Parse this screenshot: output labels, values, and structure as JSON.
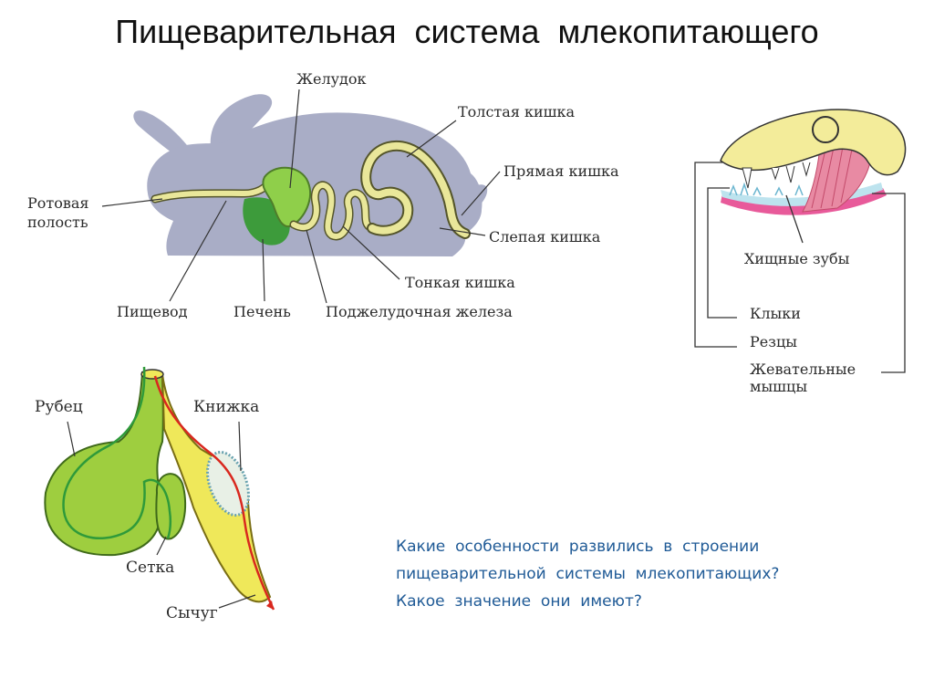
{
  "title": "Пищеварительная  система  млекопитающего",
  "rabbit_labels": {
    "stomach": "Желудок",
    "large_intestine": "Толстая кишка",
    "rectum": "Прямая кишка",
    "mouth_cavity_1": "Ротовая",
    "mouth_cavity_2": "полость",
    "cecum": "Слепая кишка",
    "small_intestine": "Тонкая кишка",
    "esophagus": "Пищевод",
    "liver": "Печень",
    "pancreas": "Поджелудочная железа"
  },
  "skull_labels": {
    "carnassial_teeth": "Хищные зубы",
    "canines": "Клыки",
    "incisors": "Резцы",
    "chewing_muscles_1": "Жевательные",
    "chewing_muscles_2": "мышцы"
  },
  "ruminant_labels": {
    "rumen": "Рубец",
    "omasum": "Книжка",
    "reticulum": "Сетка",
    "abomasum": "Сычуг"
  },
  "question": {
    "line1": "Какие  особенности  развились  в  строении",
    "line2": "пищеварительной  системы  млекопитающих?",
    "line3": "Какое  значение  они  имеют?"
  },
  "colors": {
    "body_fill": "#a9adc6",
    "intestine": "#e9e79a",
    "liver": "#3d9b3b",
    "stomach": "#8fcf4a",
    "skull": "#f3ec9a",
    "muscle": "#e88aa3",
    "question_text": "#1f5a96",
    "arrow_green": "#2f9a3a",
    "arrow_red": "#d9281e"
  }
}
